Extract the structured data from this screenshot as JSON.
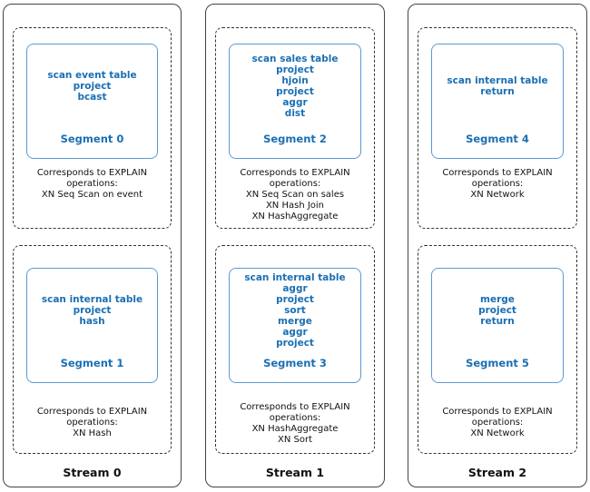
{
  "streams": [
    {
      "label": "Stream 0",
      "segments": [
        {
          "title": "Segment 0",
          "ops": [
            "scan event table",
            "project",
            "bcast"
          ],
          "desc": [
            "Corresponds to EXPLAIN",
            "operations:",
            "XN Seq Scan on event"
          ]
        },
        {
          "title": "Segment 1",
          "ops": [
            "scan internal table",
            "project",
            "hash"
          ],
          "desc": [
            "Corresponds to EXPLAIN",
            "operations:",
            "XN Hash"
          ]
        }
      ]
    },
    {
      "label": "Stream 1",
      "segments": [
        {
          "title": "Segment 2",
          "ops": [
            "scan sales table",
            "project",
            "hjoin",
            "project",
            "aggr",
            "dist"
          ],
          "desc": [
            "Corresponds to EXPLAIN",
            "operations:",
            "XN Seq Scan on sales",
            "XN Hash Join",
            "XN HashAggregate"
          ]
        },
        {
          "title": "Segment 3",
          "ops": [
            "scan internal table",
            "aggr",
            "project",
            "sort",
            "merge",
            "aggr",
            "project"
          ],
          "desc": [
            "Corresponds to EXPLAIN",
            "operations:",
            "XN HashAggregate",
            "XN Sort"
          ]
        }
      ]
    },
    {
      "label": "Stream 2",
      "segments": [
        {
          "title": "Segment 4",
          "ops": [
            "scan internal table",
            "return"
          ],
          "desc": [
            "Corresponds to EXPLAIN",
            "operations:",
            "XN Network"
          ]
        },
        {
          "title": "Segment 5",
          "ops": [
            "merge",
            "project",
            "return"
          ],
          "desc": [
            "Corresponds to EXPLAIN",
            "operations:",
            "XN Network"
          ]
        }
      ]
    }
  ]
}
